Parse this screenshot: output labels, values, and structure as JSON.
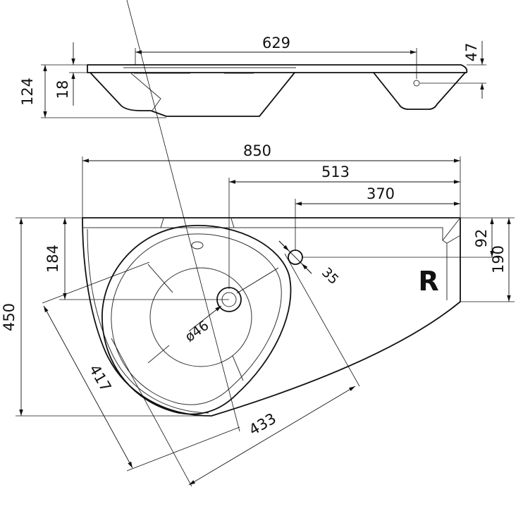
{
  "dimensions": {
    "side_total_width": "629",
    "side_top_thickness": "47",
    "side_total_height": "124",
    "side_slab": "18",
    "plan_total_width": "850",
    "plan_to_drain": "513",
    "plan_to_tap": "370",
    "plan_tap_offset": "92",
    "plan_depth_right": "190",
    "plan_depth_left": "184",
    "plan_total_depth": "450",
    "tap_hole_diameter": "35",
    "drain_diameter": "ø46",
    "bowl_diag_1": "417",
    "bowl_diag_2": "433"
  },
  "labels": {
    "handing": "R"
  }
}
